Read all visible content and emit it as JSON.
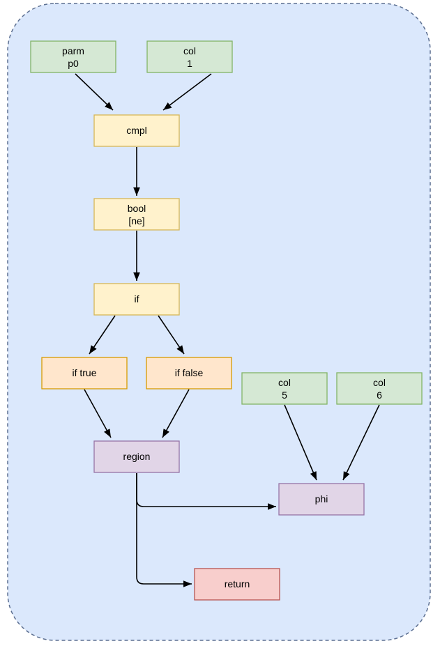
{
  "diagram": {
    "type": "flow-graph",
    "palette": {
      "canvas_bg": "#ffffff",
      "container": {
        "fill": "#dbe8fc",
        "stroke": "#5c6f91"
      },
      "green": {
        "fill": "#d5e8d4",
        "stroke": "#82b366"
      },
      "yellow": {
        "fill": "#fff2cc",
        "stroke": "#d6b656"
      },
      "orange": {
        "fill": "#ffe6cc",
        "stroke": "#d79b00"
      },
      "purple": {
        "fill": "#e1d5e7",
        "stroke": "#9673a6"
      },
      "red": {
        "fill": "#f8cecc",
        "stroke": "#b85450"
      },
      "edge": "#000000"
    },
    "nodes": {
      "parm": {
        "line1": "parm",
        "line2": "p0"
      },
      "col1": {
        "line1": "col",
        "line2": "1"
      },
      "cmpl": {
        "label": "cmpl"
      },
      "bool": {
        "line1": "bool",
        "line2": "[ne]"
      },
      "if": {
        "label": "if"
      },
      "if_true": {
        "label": "if true"
      },
      "if_false": {
        "label": "if false"
      },
      "region": {
        "label": "region"
      },
      "col5": {
        "line1": "col",
        "line2": "5"
      },
      "col6": {
        "line1": "col",
        "line2": "6"
      },
      "phi": {
        "label": "phi"
      },
      "return": {
        "label": "return"
      }
    },
    "edges": [
      {
        "from": "parm p0",
        "to": "cmpl"
      },
      {
        "from": "col 1",
        "to": "cmpl"
      },
      {
        "from": "cmpl",
        "to": "bool [ne]"
      },
      {
        "from": "bool [ne]",
        "to": "if"
      },
      {
        "from": "if",
        "to": "if true"
      },
      {
        "from": "if",
        "to": "if false"
      },
      {
        "from": "if true",
        "to": "region"
      },
      {
        "from": "if false",
        "to": "region"
      },
      {
        "from": "col 5",
        "to": "phi"
      },
      {
        "from": "col 6",
        "to": "phi"
      },
      {
        "from": "region",
        "to": "phi"
      },
      {
        "from": "region",
        "to": "return"
      }
    ]
  }
}
